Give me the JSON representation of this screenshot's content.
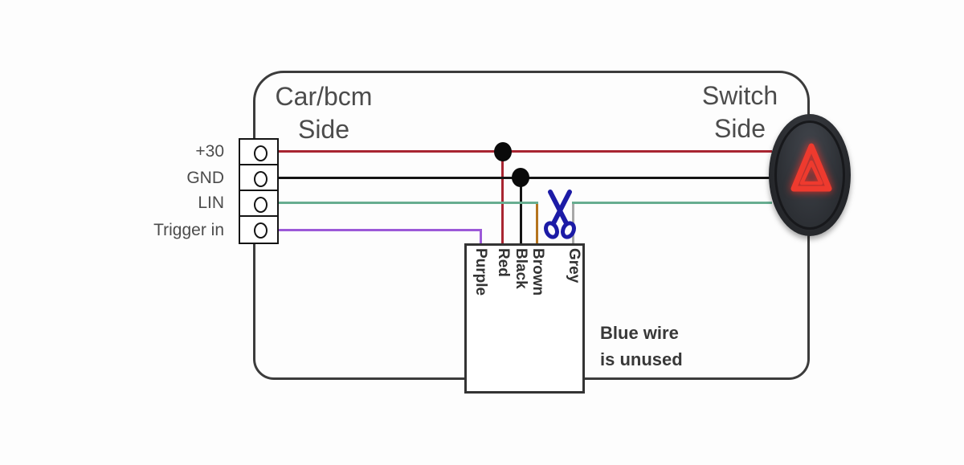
{
  "wiring": {
    "car_title": [
      "Car/bcm",
      "Side"
    ],
    "switch_title": [
      "Switch",
      "Side"
    ],
    "pins": [
      "+30",
      "GND",
      "LIN",
      "Trigger in"
    ],
    "wire_labels": [
      "Purple",
      "Red",
      "Black",
      "Brown",
      "Grey"
    ],
    "note": [
      "Blue wire",
      "is unused"
    ],
    "icons": {
      "scissors-icon": "✂",
      "hazard-triangle-icon": "⚠"
    },
    "colors": {
      "red": "#a82531",
      "black": "#141414",
      "green": "#67ad90",
      "purple": "#9c59d8",
      "brown": "#b5741e",
      "grey": "#a8a8a8",
      "scissors": "#1c1ba6",
      "hazard": "#ee3a2e",
      "outline": "#3c3c3c",
      "text": "#4c4c4c",
      "bold_text": "#383838"
    }
  }
}
